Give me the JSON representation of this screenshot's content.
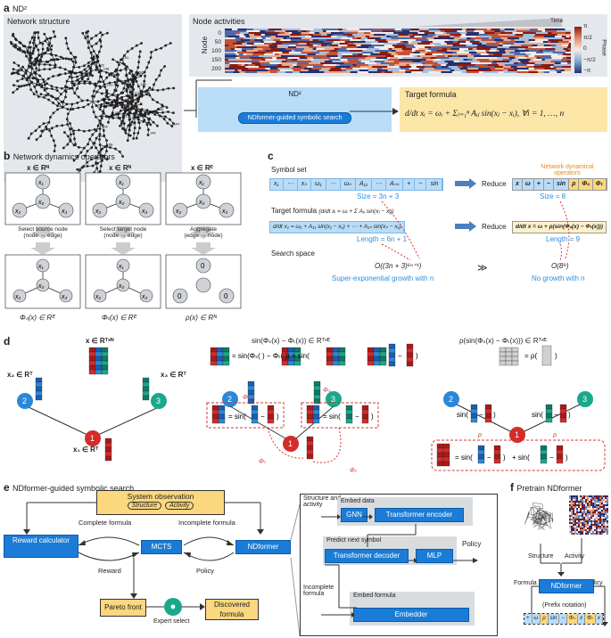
{
  "panel_a": {
    "label": "a",
    "title": "ND²",
    "network_title": "Network structure",
    "node_numbers": [
      "109",
      "117",
      "118",
      "119",
      "120",
      "121",
      "122",
      "130",
      "132",
      "134",
      "137",
      "144",
      "147",
      "148",
      "149",
      "151",
      "154",
      "156",
      "162",
      "163",
      "164",
      "166",
      "168",
      "172",
      "178",
      "183",
      "184",
      "185",
      "188",
      "197",
      "201",
      "210"
    ],
    "activities_title": "Node activities",
    "time_label": "Time",
    "y_axis_label": "Node",
    "y_ticks": [
      "0",
      "50",
      "100",
      "150",
      "200"
    ],
    "phase_label": "Phase",
    "phase_ticks": [
      "π",
      "π/2",
      "0",
      "−π/2",
      "−π"
    ],
    "nd2_label": "ND²",
    "search_label": "NDformer-guided symbolic search",
    "target_title": "Target formula",
    "formula": "d/dt xᵢ = ωᵢ + Σⱼ₌₁ⁿ Aᵢⱼ sin(xⱼ − xᵢ),   ∀i = 1, …, n"
  },
  "panel_b": {
    "label": "b",
    "title": "Network dynamics operators",
    "col1_top": "x ∈ Rᴺ",
    "col2_top": "x ∈ Rᴺ",
    "col3_top": "x ∈ Rᴱ",
    "col1_op": "Select source node\n(node → edge)",
    "col2_op": "Select target node\n(node → edge)",
    "col3_op": "Aggregate\n(edge → node)",
    "col1_bottom": "Φₛ(x) ∈ Rᴱ",
    "col2_bottom": "Φₜ(x) ∈ Rᴱ",
    "col3_bottom": "ρ(x) ∈ Rᴺ",
    "nodes": [
      "x₀",
      "x₁",
      "x₂",
      "x₃",
      "0"
    ]
  },
  "panel_c": {
    "label": "c",
    "symbol_set_label": "Symbol set",
    "symbols_left": [
      "x₁",
      "⋯",
      "xₙ",
      "ω₁",
      "⋯",
      "ωₙ",
      "A₁₁",
      "⋯",
      "Aₙₙ",
      "+",
      "−",
      "sin"
    ],
    "size_left": "Size = 3n + 3",
    "reduce_label": "Reduce",
    "ndo_label": "Network dynamical operators",
    "symbols_right": [
      "x",
      "ω",
      "+",
      "−",
      "sin",
      "ρ",
      "Φₛ",
      "Φₜ"
    ],
    "size_right": "Size = 8",
    "target_formula_label": "Target formula",
    "target_formula_inline": "(d/dt xᵢ = ωᵢ + Σ Aᵢⱼ sin(xⱼ − xᵢ))",
    "formula_left": "d/dt x₁ = ω₁ + A₁₁ sin(x₁ − x₁) + ⋯ + A₁ₙ sin(xₙ − x₁)",
    "length_left": "Length = 6n + 1",
    "formula_right": "d/dt x = ω + ρ(sin(Φₛ(x) − Φₜ(x)))",
    "length_right": "Length = 9",
    "search_space_label": "Search space",
    "complexity_left": "O((3n + 3)⁶ⁿ⁺¹)",
    "growth_left": "Super-exponential growth with n",
    "much_greater": "≫",
    "complexity_right": "O(8⁹)",
    "growth_right": "No growth with n"
  },
  "panel_d": {
    "label": "d",
    "matrix_label": "x ∈ Rᵀˣᴺ",
    "x2_label": "x₂ ∈ Rᵀ",
    "x3_label": "x₃ ∈ Rᵀ",
    "x1_label": "x₁ ∈ Rᵀ",
    "node2": "2",
    "node3": "3",
    "node1": "1",
    "mid_title": "sin(Φₛ(x) − Φₜ(x)) ∈ Rᵀˣᴱ",
    "mid_expr": "= sin(Φₛ(        ) − Φₜ(        )) = sin(        −        )",
    "phi_s": "Φₛ",
    "phi_t": "Φₜ",
    "eq_sin": "= sin(",
    "close": ")",
    "minus": "−",
    "right_title": "ρ(sin(Φₛ(x) − Φₜ(x))) ∈ Rᵀˣᴱ",
    "rho_eq": "= ρ(",
    "rho": "ρ",
    "sin_open": "sin(",
    "plus_sin": "+ sin("
  },
  "panel_e": {
    "label": "e",
    "title": "NDformer-guided symbolic search",
    "system_observation": "System observation",
    "structure": "Structure",
    "activity": "Activity",
    "complete_formula": "Complete formula",
    "incomplete_formula": "Incomplete formula",
    "reward_calculator": "Reward calculator",
    "mcts": "MCTS",
    "ndformer": "NDformer",
    "reward": "Reward",
    "policy": "Policy",
    "pareto_front": "Pareto front",
    "expert_select": "Expert select",
    "discovered_formula": "Discovered formula",
    "structure_and_activity": "Structure and activity",
    "embed_data": "Embed data",
    "gnn": "GNN",
    "transformer_encoder": "Transformer encoder",
    "predict_next_symbol": "Predict next symbol",
    "transformer_decoder": "Transformer decoder",
    "mlp": "MLP",
    "policy_out": "Policy",
    "incomplete_formula2": "Incomplete formula",
    "embed_formula": "Embed formula",
    "embedder": "Embedder"
  },
  "panel_f": {
    "label": "f",
    "title": "Pretrain NDformer",
    "structure": "Structure",
    "activity": "Activity",
    "formula": "Formula",
    "policy": "Policy",
    "ndformer": "NDformer",
    "prefix_notation": "(Prefix notation)",
    "prefix_symbols": [
      "+",
      "ω",
      "ρ",
      "sin",
      "−",
      "Φₛ",
      "x",
      "Φₜ",
      "x"
    ]
  },
  "colors": {
    "blue": "#1a7cd6",
    "light_blue": "#b9dcf7",
    "orange": "#fbd77e",
    "node_blue": "#2b88d8",
    "node_green": "#1aa88a",
    "node_red": "#d42b2b",
    "gray_node": "#cfd3d8",
    "red_dash": "#d43535",
    "orange_text": "#e68a1e"
  }
}
